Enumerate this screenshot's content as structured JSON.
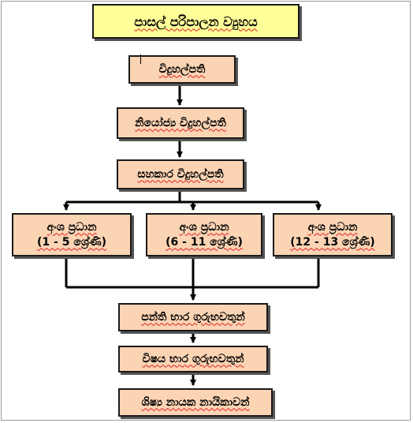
{
  "title": "පාසල් පරිපාලන ව්‍යුහය",
  "levels": {
    "principal": "විදුහල්පති",
    "deputy_principal": "නියෝජ්‍ය විදුහල්පති",
    "assistant_principal": "සහකාර විදුහල්පති",
    "section_heads": [
      {
        "label": "අංශ ප්‍රධාන",
        "grades": "(1 - 5 ශ්‍රේණි)"
      },
      {
        "label": "අංශ ප්‍රධාන",
        "grades": "(6 - 11 ශ්‍රේණි)"
      },
      {
        "label": "අංශ ප්‍රධාන",
        "grades": "(12 - 13 ශ්‍රේණි)"
      }
    ],
    "class_teachers": "පන්ති භාර ගුරුභවතුන්",
    "subject_teachers": "විෂය භාර ගුරුභවතුන්",
    "student_prefects": "ශිෂ්‍ය නායක නායිකාවන්"
  },
  "colors": {
    "title_fill": "#ffff99",
    "box_fill": "#fbd4b4",
    "border": "#1a1a1a",
    "connector": "#000000"
  }
}
